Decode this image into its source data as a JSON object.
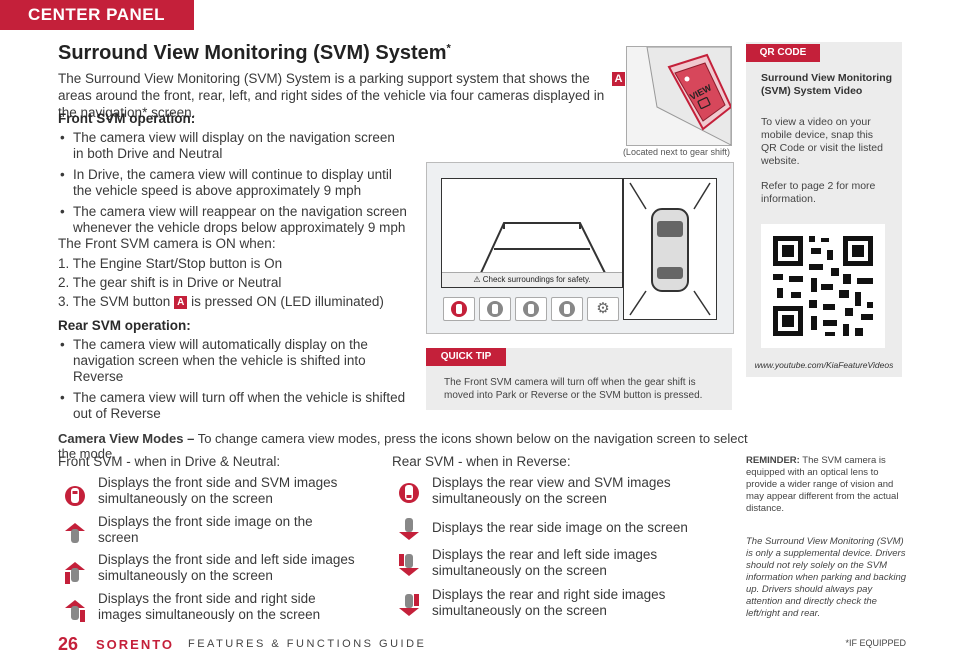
{
  "tab": "CENTER PANEL",
  "title": "Surround View Monitoring (SVM) System",
  "title_mark": "*",
  "intro": "The Surround View Monitoring (SVM) System is a parking support system that shows the areas around the front, rear, left, and right sides of the vehicle via four cameras displayed in the navigation* screen.",
  "front": {
    "heading": "Front SVM operation:",
    "bullets": [
      "The camera view will display on the navigation screen in both Drive and Neutral",
      "In Drive, the camera view will continue to display until the vehicle speed is above approximately 9 mph",
      "The camera view will reappear on the navigation screen whenever the vehicle drops below approximately 9 mph"
    ],
    "on_when": "The Front SVM camera is ON when:",
    "steps": [
      "1. The Engine Start/Stop button is On",
      "2. The gear shift is in Drive or Neutral",
      "3. The SVM button"
    ],
    "step3_badge": "A",
    "step3_tail": "is pressed ON (LED illuminated)"
  },
  "rear": {
    "heading": "Rear SVM operation:",
    "bullets": [
      "The camera view will automatically display on the navigation screen when the vehicle is shifted into Reverse",
      "The camera view will turn off when the vehicle is shifted out of Reverse"
    ]
  },
  "button_image": {
    "callout": "A",
    "label": "VIEW",
    "caption": "(Located next to gear shift)"
  },
  "screen": {
    "warning": "Check surroundings for safety."
  },
  "quick_tip": {
    "label": "QUICK TIP",
    "text": "The Front SVM camera will turn off when the gear shift is moved into Park or Reverse or the SVM button is pressed."
  },
  "qr": {
    "label": "QR CODE",
    "title": "Surround View Monitoring (SVM) System Video",
    "text": "To view a video on your mobile device, snap this QR Code or visit the listed website.",
    "refer": "Refer to page 2 for more information.",
    "url": "www.youtube.com/KiaFeatureVideos"
  },
  "modes": {
    "heading_bold": "Camera View Modes –",
    "heading_rest": " To change camera view modes, press the icons shown below on the navigation screen to select the mode.",
    "front_label": "Front SVM - when in Drive & Neutral:",
    "rear_label": "Rear SVM - when in Reverse:",
    "front_items": [
      "Displays the front side and SVM images simultaneously on the screen",
      "Displays the front side image on the screen",
      "Displays the front side and left side images simultaneously on the screen",
      "Displays the front side and right side images simultaneously on the screen"
    ],
    "rear_items": [
      "Displays the rear view and SVM images simultaneously on the screen",
      "Displays the rear side image on the screen",
      "Displays the rear and left side images simultaneously on the screen",
      "Displays the rear and right side images simultaneously on the screen"
    ]
  },
  "reminder": {
    "bold": "REMINDER:",
    "text": " The SVM camera is equipped with an optical lens to provide a wider range of vision and may appear different from the actual distance."
  },
  "disclaimer": "The Surround View Monitoring (SVM) is only a supplemental device. Drivers should not rely solely on the SVM information when parking and backing up. Drivers should always pay attention and directly check the left/right and rear.",
  "footer": {
    "page": "26",
    "brand": "SORENTO",
    "guide": "FEATURES & FUNCTIONS GUIDE",
    "if_equipped": "*IF EQUIPPED"
  },
  "colors": {
    "accent": "#c4203a",
    "panel": "#ececec",
    "text": "#3a3a3a"
  }
}
